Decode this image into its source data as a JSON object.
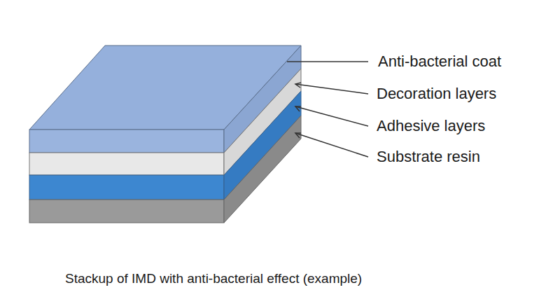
{
  "diagram": {
    "caption": "Stackup of IMD with anti-bacterial effect (example)",
    "labels": [
      "Anti-bacterial coat",
      "Decoration layers",
      "Adhesive layers",
      "Substrate resin"
    ]
  }
}
